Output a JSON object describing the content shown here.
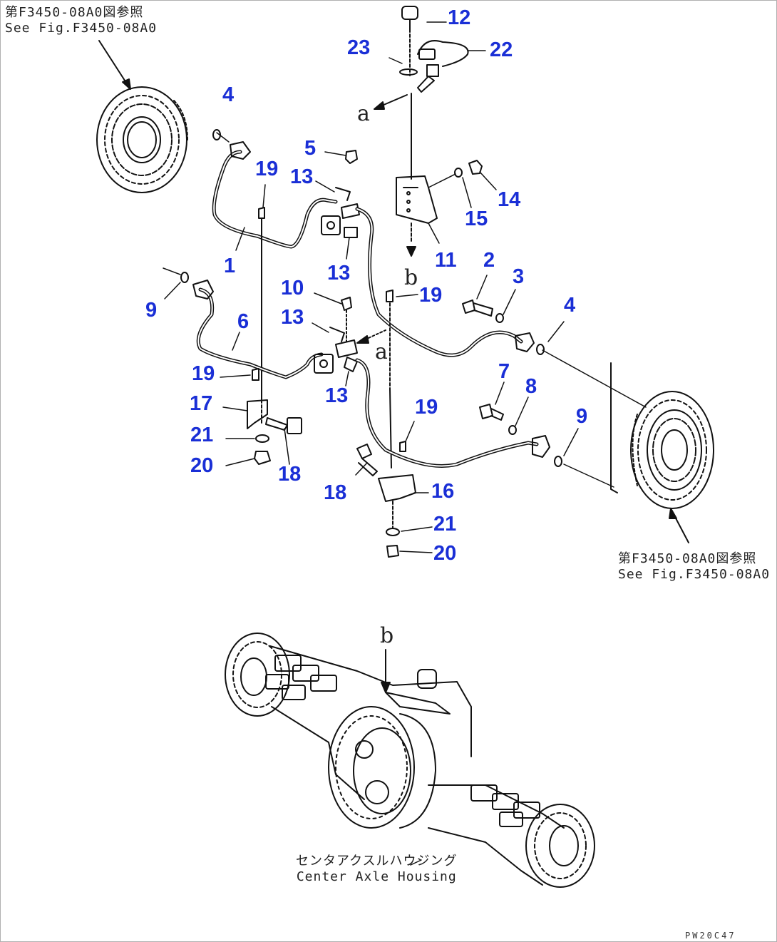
{
  "colors": {
    "callout": "#1a2fd6",
    "line": "#111111",
    "text": "#222222"
  },
  "references": {
    "top_left": {
      "jp": "第F3450-08A0図参照",
      "en": "See Fig.F3450-08A0"
    },
    "bottom_right": {
      "jp": "第F3450-08A0図参照",
      "en": "See Fig.F3450-08A0"
    }
  },
  "housing_label": {
    "jp": "センタアクスルハウジング",
    "en": "Center Axle Housing"
  },
  "view_letters": {
    "a": "a",
    "b": "b"
  },
  "drawing_code": "PW20C47",
  "callouts": {
    "c12": "12",
    "c23": "23",
    "c22": "22",
    "c4a": "4",
    "c5": "5",
    "c19a": "19",
    "c13a": "13",
    "c14": "14",
    "c15": "15",
    "c1": "1",
    "c11": "11",
    "c13b": "13",
    "c2": "2",
    "c3": "3",
    "c10": "10",
    "c9a": "9",
    "c19b": "19",
    "c4b": "4",
    "c13c": "13",
    "c6": "6",
    "c7": "7",
    "c8": "8",
    "c19c": "19",
    "c13d": "13",
    "c17": "17",
    "c19d": "19",
    "c9b": "9",
    "c21a": "21",
    "c20a": "20",
    "c18a": "18",
    "c18b": "18",
    "c16": "16",
    "c21b": "21",
    "c20b": "20"
  }
}
